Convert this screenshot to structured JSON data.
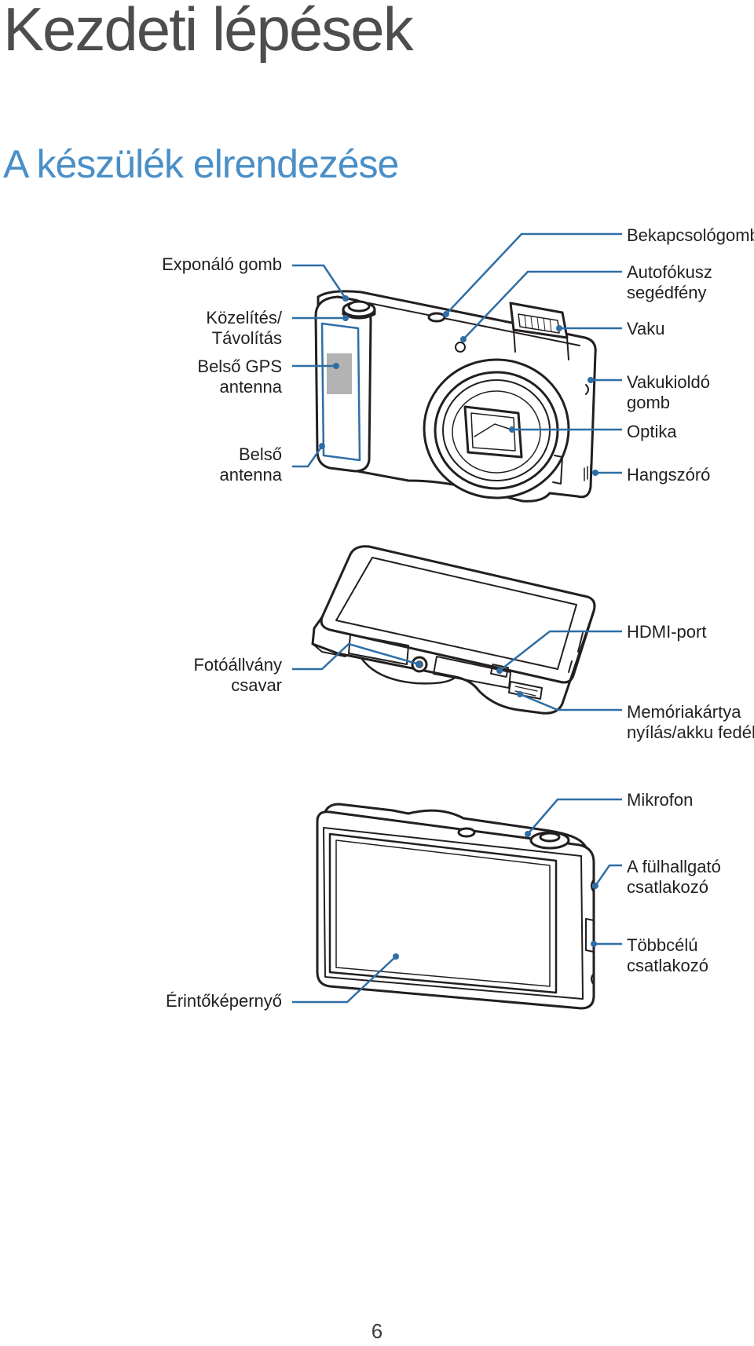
{
  "page": {
    "title": "Kezdeti lépések",
    "subtitle": "A készülék elrendezése",
    "page_number": "6"
  },
  "figure_front": {
    "left_labels": [
      [
        "Exponáló gomb"
      ],
      [
        "Közelítés/",
        "Távolítás"
      ],
      [
        "Belső GPS",
        "antenna"
      ],
      [
        "Belső",
        "antenna"
      ]
    ],
    "right_labels": [
      [
        "Bekapcsológomb"
      ],
      [
        "Autofókusz",
        "segédfény"
      ],
      [
        "Vaku"
      ],
      [
        "Vakukioldó",
        "gomb"
      ],
      [
        "Optika"
      ],
      [
        "Hangszóró"
      ]
    ]
  },
  "figure_bottom": {
    "left_labels": [
      [
        "Fotóállvány",
        "csavar"
      ]
    ],
    "right_labels": [
      [
        "HDMI-port"
      ],
      [
        "Memóriakártya",
        "nyílás/akku fedél"
      ]
    ]
  },
  "figure_back": {
    "left_labels": [
      [
        "Érintőképernyő"
      ]
    ],
    "right_labels": [
      [
        "Mikrofon"
      ],
      [
        "A fülhallgató",
        "csatlakozó"
      ],
      [
        "Többcélú",
        "csatlakozó"
      ]
    ]
  },
  "colors": {
    "heading": "#4d4d4f",
    "subheading": "#4a8fc7",
    "callout": "#2e6ea6",
    "outline": "#231f20"
  }
}
